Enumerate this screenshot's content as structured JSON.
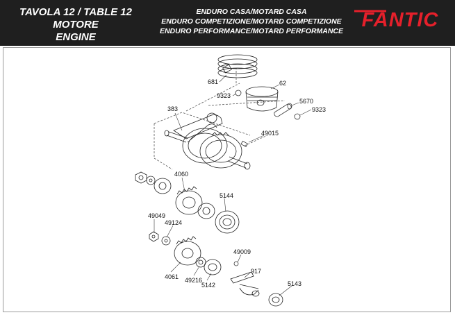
{
  "header": {
    "title_lines": [
      "TAVOLA 12  /  TABLE 12",
      "MOTORE",
      "ENGINE"
    ],
    "model_lines": [
      "ENDURO CASA/MOTARD CASA",
      "ENDURO COMPETIZIONE/MOTARD COMPETIZIONE",
      "ENDURO PERFORMANCE/MOTARD PERFORMANCE"
    ],
    "brand": "FANTIC",
    "brand_color": "#e5202b"
  },
  "parts": [
    {
      "id": "681"
    },
    {
      "id": "62"
    },
    {
      "id": "9323"
    },
    {
      "id": "5670"
    },
    {
      "id": "9323b",
      "label": "9323"
    },
    {
      "id": "383"
    },
    {
      "id": "49015"
    },
    {
      "id": "4060"
    },
    {
      "id": "5144"
    },
    {
      "id": "49049"
    },
    {
      "id": "49124"
    },
    {
      "id": "49009"
    },
    {
      "id": "917"
    },
    {
      "id": "4061"
    },
    {
      "id": "49216"
    },
    {
      "id": "5142"
    },
    {
      "id": "5143"
    }
  ]
}
